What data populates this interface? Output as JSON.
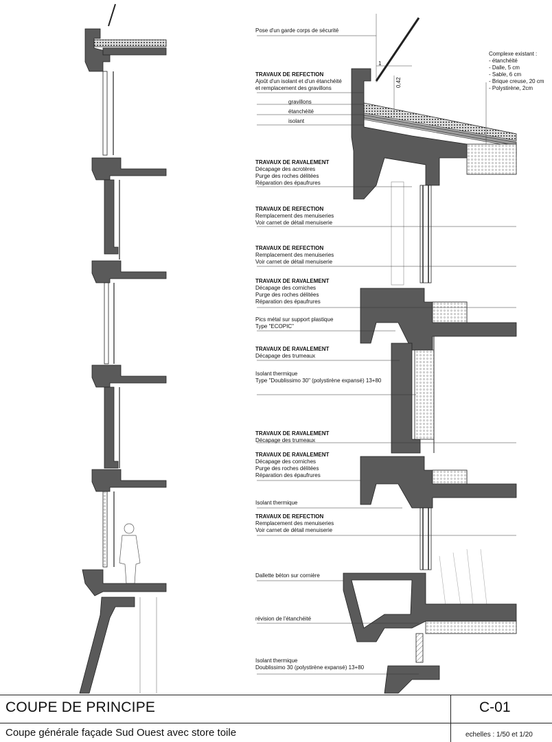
{
  "drawing": {
    "top_note": "Pose d'un garde corps de sécurité",
    "dim_1": "1",
    "dim_042": "0,42",
    "layers": [
      "gravillons",
      "étanchéité",
      "isolant"
    ],
    "existing_complex": [
      "Complexe existant :",
      "- étanchéité",
      "- Dalle, 5 cm",
      "- Sable, 6 cm",
      "- Brique creuse, 20 cm",
      "- Polystirène, 2cm"
    ],
    "annotations": [
      {
        "head": "TRAVAUX DE REFECTION",
        "lines": [
          "Ajoût d'un isolant et d'un étanchéité",
          "et remplacement des gravillons"
        ]
      },
      {
        "head": "TRAVAUX DE RAVALEMENT",
        "lines": [
          "Décapage des acrotères",
          "Purge des roches délitées",
          "Réparation des épaufrures"
        ]
      },
      {
        "head": "TRAVAUX DE REFECTION",
        "lines": [
          "Remplacement des menuiseries",
          "Voir carnet de détail menuiserie"
        ]
      },
      {
        "head": "TRAVAUX DE REFECTION",
        "lines": [
          "Remplacement des menuiseries",
          "Voir carnet de détail menuiserie"
        ]
      },
      {
        "head": "TRAVAUX DE RAVALEMENT",
        "lines": [
          "Décapage des corniches",
          "Purge des roches délitées",
          "Réparation des épaufrures"
        ]
      },
      {
        "head": "",
        "lines": [
          "Pics métal sur support plastique",
          "Type \"ECOPIC\""
        ]
      },
      {
        "head": "TRAVAUX DE RAVALEMENT",
        "lines": [
          "Décapage des trumeaux"
        ]
      },
      {
        "head": "",
        "lines": [
          "Isolant thermique",
          "Type \"Doublissimo 30\" (polystirène expansé) 13+80"
        ]
      },
      {
        "head": "TRAVAUX DE RAVALEMENT",
        "lines": [
          "Décapage des trumeaux"
        ]
      },
      {
        "head": "TRAVAUX DE RAVALEMENT",
        "lines": [
          "Décapage des corniches",
          "Purge des roches délitées",
          "Réparation des épaufrures"
        ]
      },
      {
        "head": "",
        "lines": [
          "Isolant thermique"
        ]
      },
      {
        "head": "TRAVAUX DE REFECTION",
        "lines": [
          "Remplacement des menuiseries",
          "Voir carnet de détail menuiserie"
        ]
      },
      {
        "head": "",
        "lines": [
          "Dallette béton sur cornière"
        ]
      },
      {
        "head": "",
        "lines": [
          "révision de l'étanchéité"
        ]
      },
      {
        "head": "",
        "lines": [
          "Isolant thermique",
          "Doublissimo 30 (polystirène expansé) 13+80"
        ]
      }
    ]
  },
  "title_block": {
    "title": "COUPE DE PRINCIPE",
    "subtitle": "Coupe générale façade Sud Ouest avec store toile",
    "code": "C-01",
    "scale": "echelles : 1/50 et 1/20"
  },
  "colors": {
    "concrete": "#5a5a5a",
    "line": "#222222",
    "hatch": "#bbbbbb"
  }
}
